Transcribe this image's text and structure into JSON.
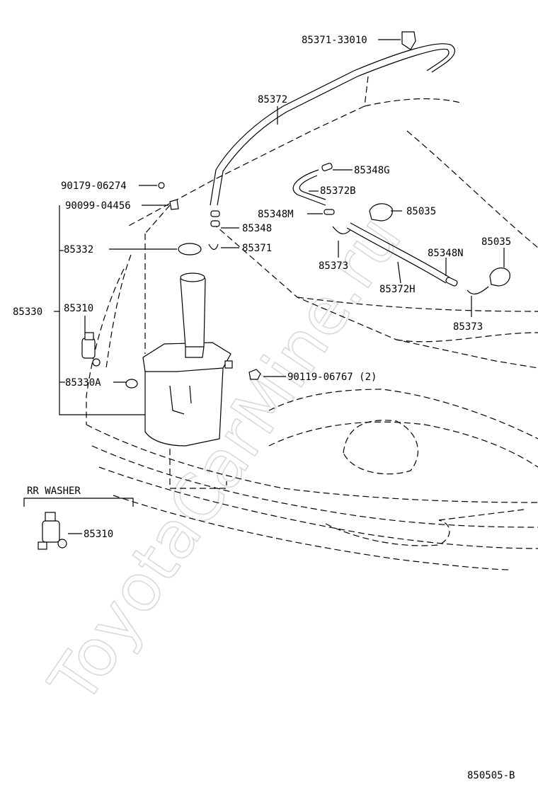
{
  "watermark": "ToyotaCarMine.ru",
  "footer_code": "850505-B",
  "inset": {
    "title": "RR WASHER"
  },
  "labels": {
    "l_85371_33010": "85371-33010",
    "l_85372": "85372",
    "l_85348G": "85348G",
    "l_85372B": "85372B",
    "l_90179": "90179-06274",
    "l_90099": "90099-04456",
    "l_85348M": "85348M",
    "l_85035a": "85035",
    "l_85348": "85348",
    "l_85332": "85332",
    "l_85371": "85371",
    "l_85373a": "85373",
    "l_85035b": "85035",
    "l_85348N": "85348N",
    "l_85372H": "85372H",
    "l_85330": "85330",
    "l_85310a": "85310",
    "l_85373b": "85373",
    "l_90119": "90119-06767 (2)",
    "l_85330A": "85330A",
    "l_85310b": "85310"
  }
}
